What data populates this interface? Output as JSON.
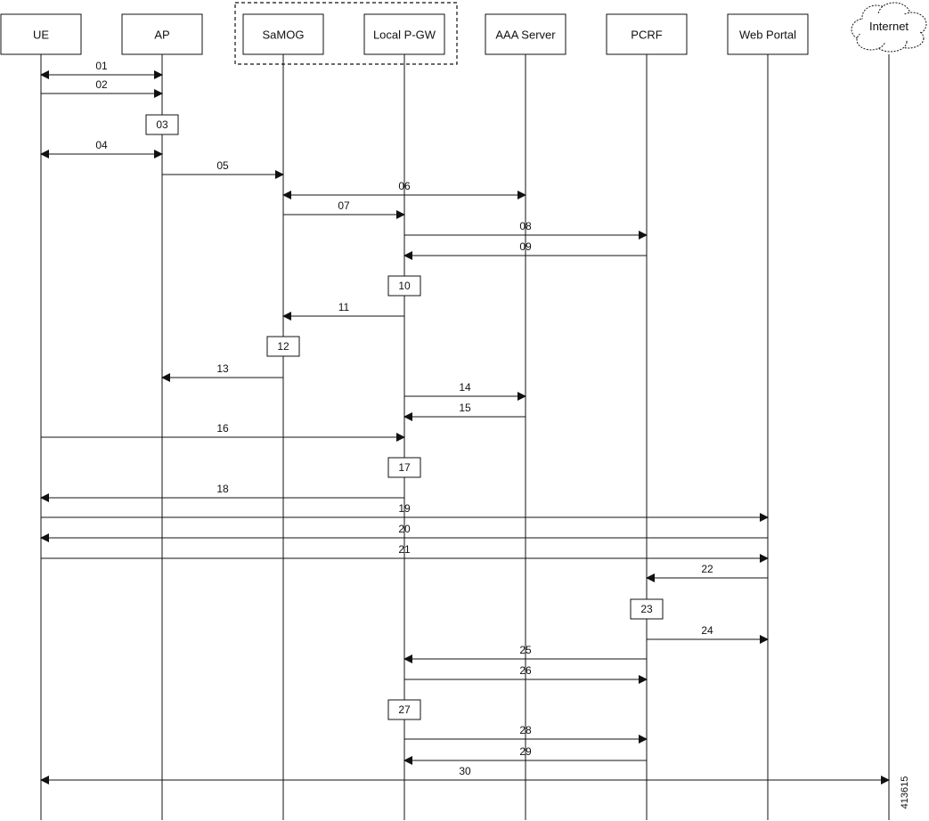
{
  "diagram": {
    "type": "sequence",
    "figure_id": "413615",
    "colors": {
      "line": "#111111",
      "box_fill": "#ffffff",
      "cloud_fill": "#ffffff"
    },
    "group": {
      "members": [
        "samog",
        "lpgw"
      ],
      "style": "dashed"
    },
    "nodes": [
      {
        "id": "ue",
        "label": "UE",
        "shape": "box"
      },
      {
        "id": "ap",
        "label": "AP",
        "shape": "box"
      },
      {
        "id": "samog",
        "label": "SaMOG",
        "shape": "box"
      },
      {
        "id": "lpgw",
        "label": "Local P-GW",
        "shape": "box"
      },
      {
        "id": "aaa",
        "label": "AAA Server",
        "shape": "box"
      },
      {
        "id": "pcrf",
        "label": "PCRF",
        "shape": "box"
      },
      {
        "id": "portal",
        "label": "Web Portal",
        "shape": "box"
      },
      {
        "id": "inet",
        "label": "Internet",
        "shape": "cloud"
      }
    ],
    "events": [
      {
        "kind": "message",
        "label": "01",
        "from": "ue",
        "to": "ap",
        "bidirectional": true
      },
      {
        "kind": "message",
        "label": "02",
        "from": "ue",
        "to": "ap"
      },
      {
        "kind": "step",
        "label": "03",
        "at": "ap"
      },
      {
        "kind": "message",
        "label": "04",
        "from": "ue",
        "to": "ap",
        "bidirectional": true
      },
      {
        "kind": "message",
        "label": "05",
        "from": "ap",
        "to": "samog"
      },
      {
        "kind": "message",
        "label": "06",
        "from": "samog",
        "to": "aaa",
        "bidirectional": true
      },
      {
        "kind": "message",
        "label": "07",
        "from": "samog",
        "to": "lpgw"
      },
      {
        "kind": "message",
        "label": "08",
        "from": "lpgw",
        "to": "pcrf"
      },
      {
        "kind": "message",
        "label": "09",
        "from": "pcrf",
        "to": "lpgw"
      },
      {
        "kind": "step",
        "label": "10",
        "at": "lpgw"
      },
      {
        "kind": "message",
        "label": "11",
        "from": "lpgw",
        "to": "samog"
      },
      {
        "kind": "step",
        "label": "12",
        "at": "samog"
      },
      {
        "kind": "message",
        "label": "13",
        "from": "samog",
        "to": "ap"
      },
      {
        "kind": "message",
        "label": "14",
        "from": "lpgw",
        "to": "aaa"
      },
      {
        "kind": "message",
        "label": "15",
        "from": "aaa",
        "to": "lpgw"
      },
      {
        "kind": "message",
        "label": "16",
        "from": "ue",
        "to": "lpgw"
      },
      {
        "kind": "step",
        "label": "17",
        "at": "lpgw"
      },
      {
        "kind": "message",
        "label": "18",
        "from": "lpgw",
        "to": "ue"
      },
      {
        "kind": "message",
        "label": "19",
        "from": "ue",
        "to": "portal"
      },
      {
        "kind": "message",
        "label": "20",
        "from": "portal",
        "to": "ue"
      },
      {
        "kind": "message",
        "label": "21",
        "from": "ue",
        "to": "portal"
      },
      {
        "kind": "message",
        "label": "22",
        "from": "portal",
        "to": "pcrf"
      },
      {
        "kind": "step",
        "label": "23",
        "at": "pcrf"
      },
      {
        "kind": "message",
        "label": "24",
        "from": "pcrf",
        "to": "portal"
      },
      {
        "kind": "message",
        "label": "25",
        "from": "pcrf",
        "to": "lpgw"
      },
      {
        "kind": "message",
        "label": "26",
        "from": "lpgw",
        "to": "pcrf"
      },
      {
        "kind": "step",
        "label": "27",
        "at": "lpgw"
      },
      {
        "kind": "message",
        "label": "28",
        "from": "lpgw",
        "to": "pcrf"
      },
      {
        "kind": "message",
        "label": "29",
        "from": "pcrf",
        "to": "lpgw"
      },
      {
        "kind": "message",
        "label": "30",
        "from": "ue",
        "to": "inet",
        "bidirectional": true
      }
    ]
  }
}
